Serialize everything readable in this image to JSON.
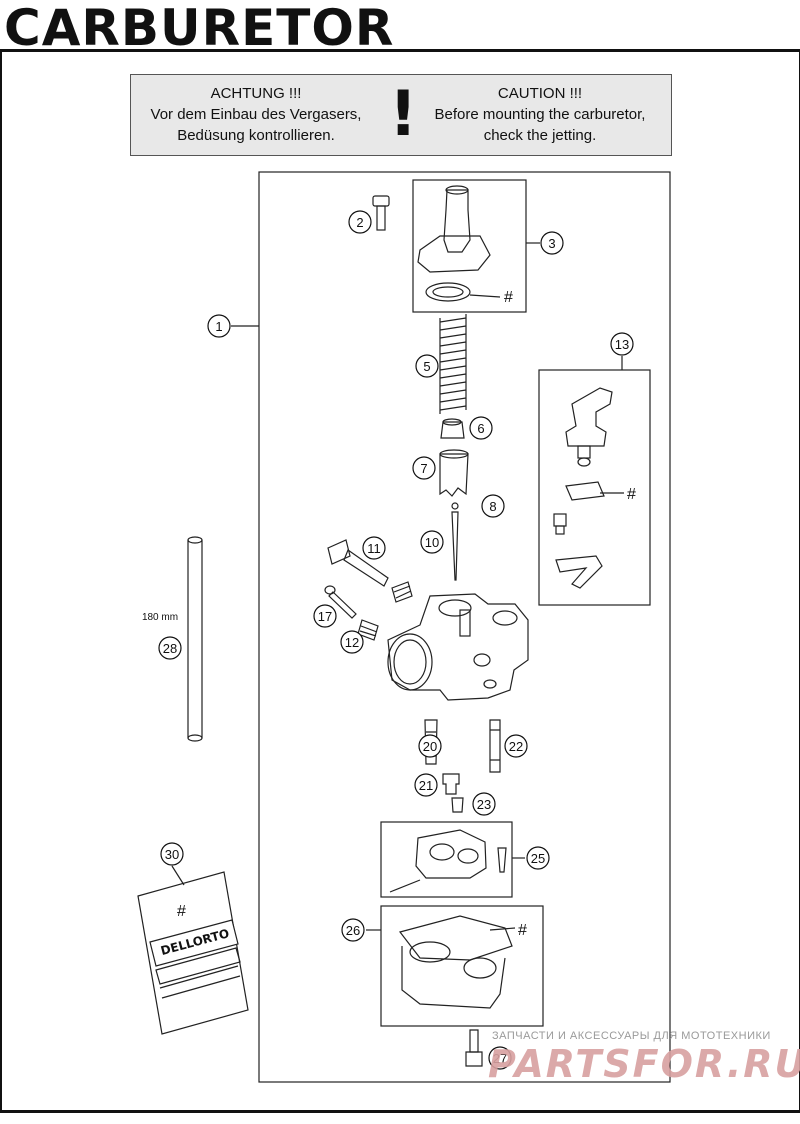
{
  "title": "CARBURETOR",
  "caution": {
    "de_line1": "ACHTUNG !!!",
    "de_line2": "Vor dem Einbau des Vergasers,",
    "de_line3": "Bedüsung kontrollieren.",
    "mark": "!",
    "en_line1": "CAUTION !!!",
    "en_line2": "Before mounting the carburetor,",
    "en_line3": "check the jetting."
  },
  "callouts": {
    "c1": "1",
    "c2": "2",
    "c3": "3",
    "c5": "5",
    "c6": "6",
    "c7": "7",
    "c8": "8",
    "c10": "10",
    "c11": "11",
    "c12": "12",
    "c13": "13",
    "c17": "17",
    "c20": "20",
    "c21": "21",
    "c22": "22",
    "c23": "23",
    "c25": "25",
    "c26": "26",
    "c27": "27",
    "c28": "28",
    "c30": "30"
  },
  "hash": "#",
  "tube_length": "180 mm",
  "bag_brand": "DELLORTO",
  "watermark": {
    "line1": "ЗАПЧАСТИ И АКСЕССУАРЫ ДЛЯ МОТОТЕХНИКИ",
    "logo": "PARTSFOR.RU"
  }
}
